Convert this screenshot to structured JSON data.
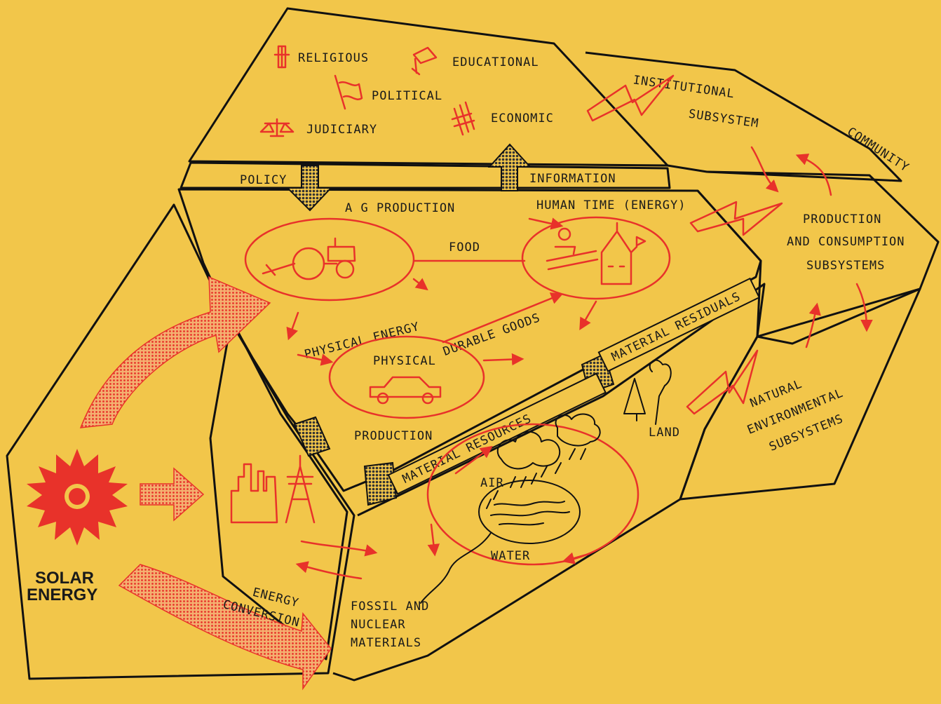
{
  "colors": {
    "background": "#F2C64A",
    "accent": "#E8322A",
    "outline": "#111111"
  },
  "institutions": {
    "religious": "RELIGIOUS",
    "educational": "EDUCATIONAL",
    "political": "POLITICAL",
    "economic": "ECONOMIC",
    "judiciary": "JUDICIARY"
  },
  "institutional_subsystem": {
    "line1": "INSTITUTIONAL",
    "line2": "SUBSYSTEM"
  },
  "community": "COMMUNITY",
  "policy": "POLICY",
  "information": "INFORMATION",
  "ag_production": "A G  PRODUCTION",
  "human_time": "HUMAN TIME (ENERGY)",
  "food": "FOOD",
  "physical_energy": "PHYSICAL ENERGY",
  "durable_goods": "DURABLE GOODS",
  "physical_production": {
    "line1": "PHYSICAL",
    "line2": "PRODUCTION"
  },
  "material_residuals": "MATERIAL RESIDUALS",
  "material_resources": "MATERIAL RESOURCES",
  "production_consumption": {
    "line1": "PRODUCTION",
    "line2": "AND CONSUMPTION",
    "line3": "SUBSYSTEMS"
  },
  "natural_environmental": {
    "line1": "NATURAL",
    "line2": "ENVIRONMENTAL",
    "line3": "SUBSYSTEMS"
  },
  "land": "LAND",
  "air": "AIR",
  "water": "WATER",
  "fossil": {
    "line1": "FOSSIL AND",
    "line2": "NUCLEAR",
    "line3": "MATERIALS"
  },
  "solar_energy": {
    "line1": "SOLAR",
    "line2": "ENERGY"
  },
  "energy_conversion": {
    "line1": "ENERGY",
    "line2": "CONVERSION"
  },
  "icons": [
    "cross-icon",
    "graduation-cap-icon",
    "flag-icon",
    "money-icon",
    "scales-icon",
    "tractor-icon",
    "car-icon",
    "schoolhouse-icon",
    "factory-icon",
    "power-tower-icon",
    "cloud-icon",
    "trees-icon",
    "lake-icon",
    "sun-icon"
  ]
}
